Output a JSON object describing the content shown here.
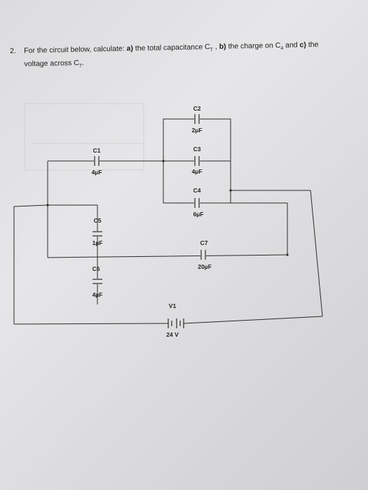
{
  "question": {
    "number": "2.",
    "part1": "For the circuit below, calculate: ",
    "a_label": "a)",
    "a_text": " the total capacitance C",
    "a_sub": "T",
    "b_sep": " , ",
    "b_label": "b)",
    "b_text": " the charge on C",
    "b_sub": "4",
    "c_sep": " and ",
    "c_label": "c)",
    "c_text": " the",
    "line2": "voltage across C",
    "line2_sub": "7",
    "line2_end": "."
  },
  "circuit": {
    "components": [
      {
        "id": "C1",
        "name": "C1",
        "value": "4µF"
      },
      {
        "id": "C2",
        "name": "C2",
        "value": "2µF"
      },
      {
        "id": "C3",
        "name": "C3",
        "value": "4µF"
      },
      {
        "id": "C4",
        "name": "C4",
        "value": "6µF"
      },
      {
        "id": "C5",
        "name": "C5",
        "value": "1µF"
      },
      {
        "id": "C6",
        "name": "C6",
        "value": "4µF"
      },
      {
        "id": "C7",
        "name": "C7",
        "value": "20µF"
      },
      {
        "id": "V1",
        "name": "V1",
        "value": "24 V"
      }
    ]
  },
  "colors": {
    "ink": "#2a2a2a",
    "paper": "#e0e0e2"
  }
}
